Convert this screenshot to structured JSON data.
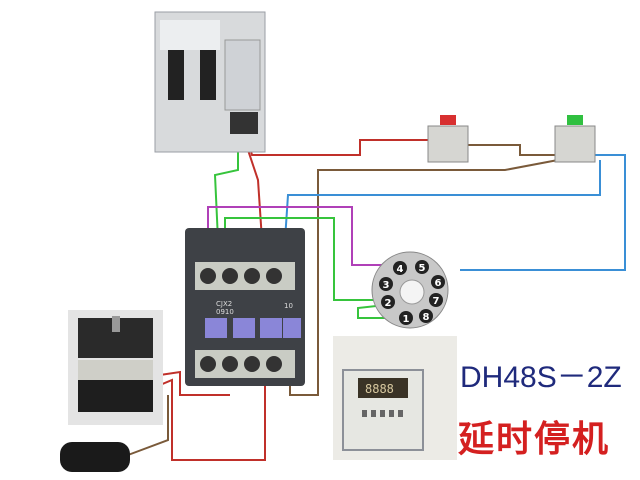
{
  "model_label": "DH48S－2Z",
  "caption": "延时停机",
  "contactor": {
    "model": "CJX2",
    "code": "0910",
    "aux": "10"
  },
  "socket_pins": [
    "1",
    "2",
    "3",
    "4",
    "5",
    "6",
    "7",
    "8"
  ],
  "timer_display": "8888",
  "colors": {
    "model_text": "#1f2a7c",
    "caption_text": "#d42020",
    "wire_red": "#c0302a",
    "wire_green": "#36c43c",
    "wire_blue": "#3a8fd6",
    "wire_brown": "#7a5a3a",
    "wire_purple": "#b040b8"
  }
}
